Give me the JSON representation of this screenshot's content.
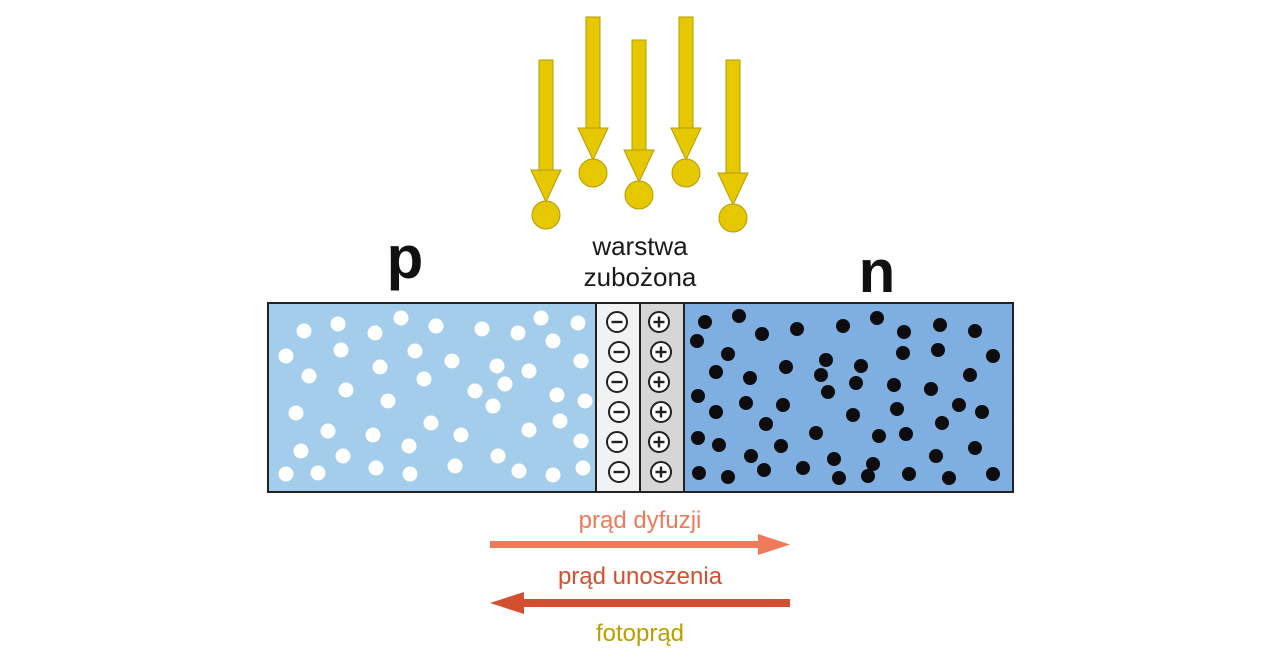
{
  "labels": {
    "p_region": "p",
    "n_region": "n",
    "depletion_line1": "warstwa",
    "depletion_line2": "zubożona",
    "diffusion_current": "prąd dyfuzji",
    "drift_current": "prąd unoszenia",
    "photocurrent": "fotoprąd"
  },
  "symbols": {
    "minus": "−",
    "plus": "+"
  },
  "colors": {
    "photon": "#e5c800",
    "photon_stroke": "#b59c00",
    "p_region": "#a3cdea",
    "n_region": "#7fafe0",
    "depletion": "#e4e4e4",
    "diffusion": "#ef7a5a",
    "drift": "#d2502f",
    "photocurrent": "#b8a000"
  },
  "icons": [
    "photon-arrow-icon",
    "hole-dot-icon",
    "electron-dot-icon",
    "negative-ion-icon",
    "positive-ion-icon",
    "arrow-right-icon",
    "arrow-left-icon"
  ]
}
